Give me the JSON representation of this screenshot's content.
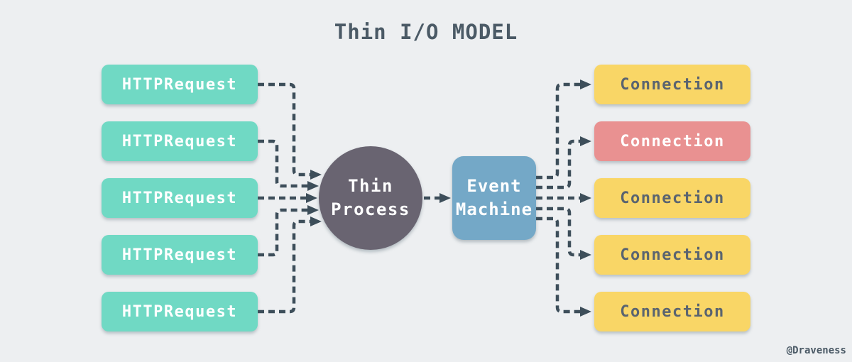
{
  "title": "Thin I/O MODEL",
  "watermark": "@Draveness",
  "colors": {
    "background": "#edeff1",
    "request_box": "#70d9c4",
    "connection_yellow": "#f9d666",
    "connection_red": "#e99191",
    "event_machine_box": "#74a8c7",
    "thin_process_circle": "#696471",
    "arrow": "#3d4e5a",
    "title_text": "#4b5a66"
  },
  "requests": [
    {
      "label": "HTTPRequest"
    },
    {
      "label": "HTTPRequest"
    },
    {
      "label": "HTTPRequest"
    },
    {
      "label": "HTTPRequest"
    },
    {
      "label": "HTTPRequest"
    }
  ],
  "thin_process": {
    "line1": "Thin",
    "line2": "Process"
  },
  "event_machine": {
    "line1": "Event",
    "line2": "Machine"
  },
  "connections": [
    {
      "label": "Connection",
      "variant": "yellow"
    },
    {
      "label": "Connection",
      "variant": "red"
    },
    {
      "label": "Connection",
      "variant": "yellow"
    },
    {
      "label": "Connection",
      "variant": "yellow"
    },
    {
      "label": "Connection",
      "variant": "yellow"
    }
  ]
}
